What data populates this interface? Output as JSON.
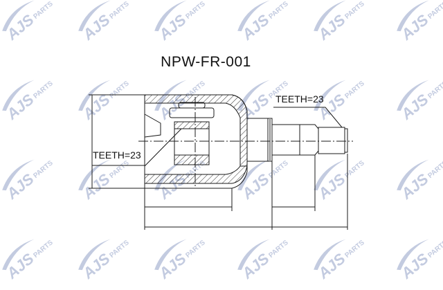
{
  "title": "NPW-FR-001",
  "labels": {
    "left_teeth": "TEETH=23",
    "right_teeth": "TEETH=23"
  },
  "watermark": {
    "brand": "AJS",
    "sub": "PARTS",
    "color": "#c3cbe0"
  },
  "colors": {
    "line": "#1a1a1a",
    "hatch": "#333333"
  }
}
